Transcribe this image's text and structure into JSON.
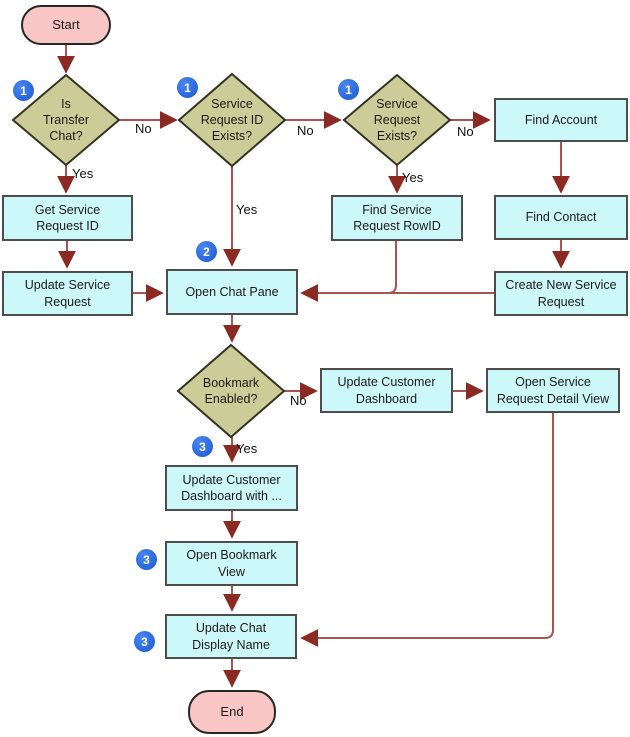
{
  "diagram": {
    "nodes": {
      "start": {
        "label": "Start"
      },
      "is_transfer_chat": {
        "label": "Is\nTransfer\nChat?"
      },
      "sr_id_exists": {
        "label": "Service\nRequest ID\nExists?"
      },
      "sr_exists": {
        "label": "Service\nRequest\nExists?"
      },
      "find_account": {
        "label": "Find Account"
      },
      "get_sr_id": {
        "label": "Get Service\nRequest ID"
      },
      "find_sr_rowid": {
        "label": "Find Service\nRequest RowID"
      },
      "find_contact": {
        "label": "Find Contact"
      },
      "update_sr": {
        "label": "Update Service\nRequest"
      },
      "open_chat_pane": {
        "label": "Open Chat Pane"
      },
      "create_new_sr": {
        "label": "Create New Service\nRequest"
      },
      "bookmark_enabled": {
        "label": "Bookmark\nEnabled?"
      },
      "update_cust_dash": {
        "label": "Update Customer\nDashboard"
      },
      "open_sr_detail": {
        "label": "Open Service\nRequest Detail View"
      },
      "update_cust_dash_with": {
        "label": "Update Customer\nDashboard with ..."
      },
      "open_bookmark_view": {
        "label": "Open Bookmark\nView"
      },
      "update_chat_display": {
        "label": "Update Chat\nDisplay Name"
      },
      "end": {
        "label": "End"
      }
    },
    "edge_labels": {
      "transfer_no": "No",
      "transfer_yes": "Yes",
      "sr_id_no": "No",
      "sr_id_yes": "Yes",
      "sr_exists_no": "No",
      "sr_exists_yes": "Yes",
      "bookmark_no": "No",
      "bookmark_yes": "Yes"
    },
    "badges": {
      "one": "1",
      "two": "2",
      "three": "3"
    },
    "colors": {
      "process_fill": "#CDF8F9",
      "decision_fill": "#CCCC99",
      "terminal_fill": "#F9C6C6",
      "connector": "#A85450",
      "arrowhead": "#8B2A22",
      "badge_fill": "#2766DC"
    }
  }
}
